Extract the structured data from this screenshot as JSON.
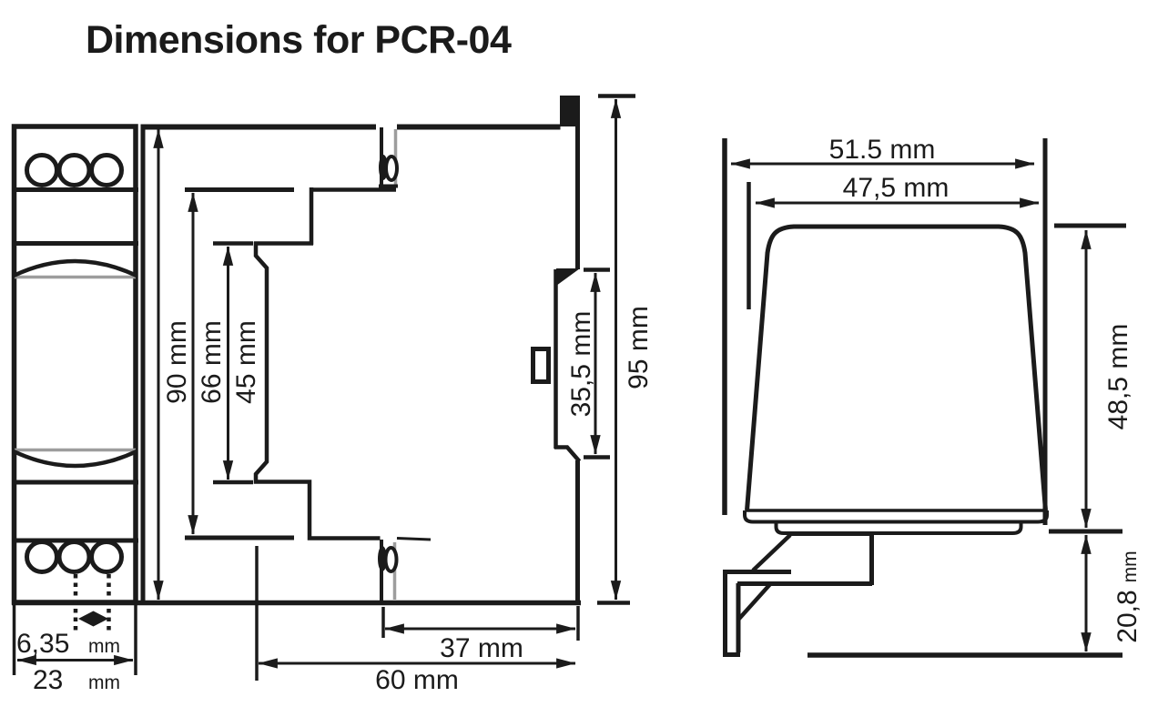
{
  "title": "Dimensions for PCR-04",
  "colors": {
    "line": "#1b1b1b",
    "gray": "#9d9d9d",
    "background": "#ffffff"
  },
  "front_view": {
    "terminal_rows": 2,
    "terminals_per_row": 3
  },
  "dims": {
    "d90": "90 mm",
    "d66": "66 mm",
    "d45": "45 mm",
    "d355": "35,5 mm",
    "d95": "95 mm",
    "d37": "37 mm",
    "d60": "60 mm",
    "d635_value": "6,35",
    "d635_unit": "mm",
    "d23_value": "23",
    "d23_unit": "mm",
    "d515": "51.5 mm",
    "d475": "47,5 mm",
    "d485": "48,5 mm",
    "d208_value": "20,8",
    "d208_unit": "mm"
  }
}
